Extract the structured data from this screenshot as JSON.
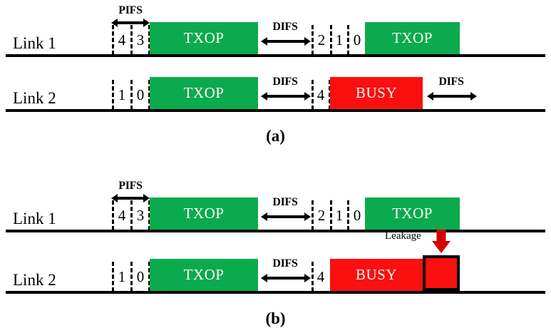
{
  "figure": {
    "type": "timing-diagram",
    "description": "IEEE 802.11 multi-link channel access timing diagram with two links, backoff countdown slots, TXOP transmissions, BUSY periods and leakage"
  },
  "panels": [
    {
      "id": "a",
      "caption": "(a)",
      "rows": [
        {
          "label": "Link 1",
          "ifs": [
            {
              "name": "PIFS",
              "label": "PIFS"
            },
            {
              "name": "DIFS",
              "label": "DIFS"
            }
          ],
          "slots": [
            "4",
            "3",
            "2",
            "1",
            "0"
          ],
          "blocks": [
            {
              "type": "TXOP",
              "label": "TXOP",
              "color": "#0caa4e"
            },
            {
              "type": "TXOP",
              "label": "TXOP",
              "color": "#0caa4e"
            }
          ]
        },
        {
          "label": "Link 2",
          "ifs": [
            {
              "name": "DIFS",
              "label": "DIFS"
            },
            {
              "name": "DIFS",
              "label": "DIFS"
            }
          ],
          "slots": [
            "1",
            "0",
            "4"
          ],
          "blocks": [
            {
              "type": "TXOP",
              "label": "TXOP",
              "color": "#0caa4e"
            },
            {
              "type": "BUSY",
              "label": "BUSY",
              "color": "#fb0f0f"
            }
          ]
        }
      ]
    },
    {
      "id": "b",
      "caption": "(b)",
      "rows": [
        {
          "label": "Link 1",
          "ifs": [
            {
              "name": "PIFS",
              "label": "PIFS"
            },
            {
              "name": "DIFS",
              "label": "DIFS"
            }
          ],
          "slots": [
            "4",
            "3",
            "2",
            "1",
            "0"
          ],
          "blocks": [
            {
              "type": "TXOP",
              "label": "TXOP",
              "color": "#0caa4e"
            },
            {
              "type": "TXOP",
              "label": "TXOP",
              "color": "#0caa4e"
            }
          ]
        },
        {
          "label": "Link 2",
          "ifs": [
            {
              "name": "DIFS",
              "label": "DIFS"
            }
          ],
          "slots": [
            "1",
            "0",
            "4"
          ],
          "blocks": [
            {
              "type": "TXOP",
              "label": "TXOP",
              "color": "#0caa4e"
            },
            {
              "type": "BUSY",
              "label": "BUSY",
              "color": "#fb0f0f"
            },
            {
              "type": "LEAKAGE",
              "label": "",
              "color": "#fb0f0f"
            }
          ],
          "annotation": {
            "label": "Leakage",
            "arrow": "down-arrow-red",
            "color": "#d40000"
          }
        }
      ]
    }
  ],
  "labels": {
    "link1": "Link 1",
    "link2": "Link 2",
    "txop": "TXOP",
    "busy": "BUSY",
    "pifs": "PIFS",
    "difs": "DIFS",
    "leakage": "Leakage",
    "caption_a": "(a)",
    "caption_b": "(b)",
    "slot_4": "4",
    "slot_3": "3",
    "slot_2": "2",
    "slot_1": "1",
    "slot_0": "0"
  },
  "colors": {
    "green": "#0caa4e",
    "red": "#fb0f0f",
    "leakage_arrow": "#d40000",
    "line": "#000000",
    "background": "#ffffff"
  }
}
